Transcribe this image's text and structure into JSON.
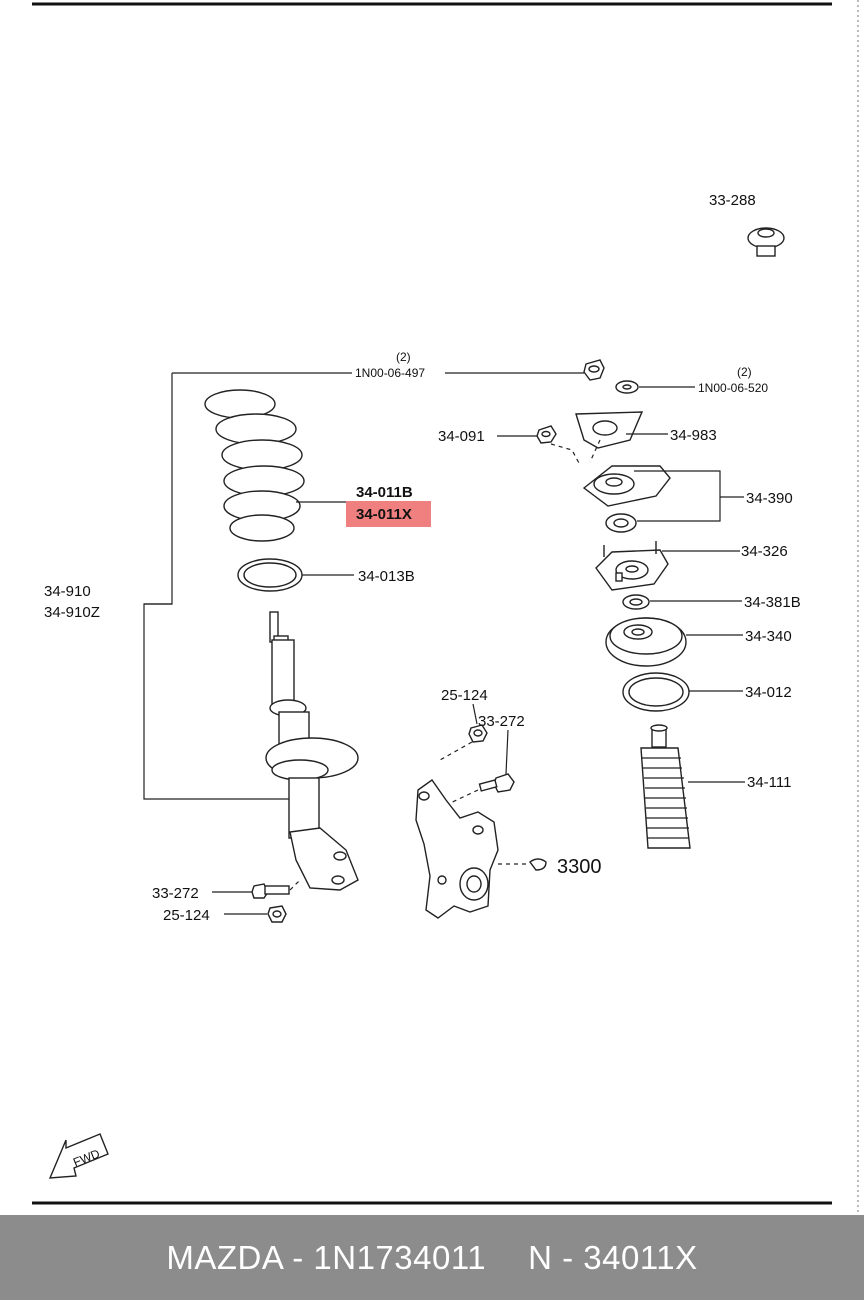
{
  "labels": {
    "bump_stop": "33-288",
    "qty_nut_top": "(2)",
    "nut_top_code": "1N00-06-497",
    "qty_washer": "(2)",
    "washer_code": "1N00-06-520",
    "nut_mount": "34-091",
    "plate": "34-983",
    "mount_assy": "34-390",
    "mount_upper": "34-326",
    "bearing": "34-381B",
    "spring_seat": "34-340",
    "seat_rubber": "34-012",
    "boot": "34-111",
    "spring_b": "34-011B",
    "spring_x": "34-011X",
    "spring_insulator": "34-013B",
    "strut_a": "34-910",
    "strut_b": "34-910Z",
    "nut_knuckle": "25-124",
    "bolt_knuckle": "33-272",
    "knuckle": "3300",
    "bolt_strut": "33-272",
    "nut_strut": "25-124",
    "fwd": "FWD"
  },
  "colors": {
    "highlight": "#f08080",
    "footer_bg": "#8c8c8c",
    "footer_text": "#ffffff"
  },
  "footer": {
    "brand_part": "MAZDA - 1N1734011",
    "ref": "N - 34011X"
  }
}
